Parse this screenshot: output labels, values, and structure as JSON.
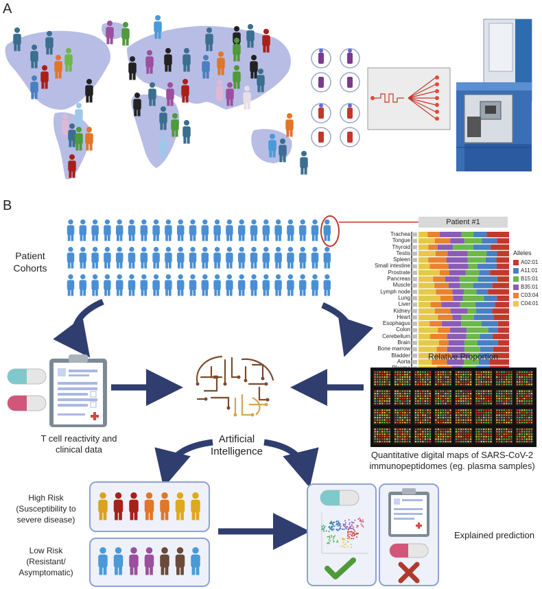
{
  "panel_a": {
    "label": "A"
  },
  "panel_b": {
    "label": "B"
  },
  "cohort": {
    "title_line1": "Patient",
    "title_line2": "Cohorts"
  },
  "patient_chart": {
    "header": "Patient #1",
    "xlabel": "Relative Proportion",
    "legend_title": "Alleles",
    "tissues": [
      "Trachea",
      "Tongue",
      "Thyroid",
      "Testis",
      "Spleen",
      "Small intestine",
      "Prostrate",
      "Pancreas",
      "Muscle",
      "Lymph node",
      "Lung",
      "Liver",
      "Kidney",
      "Heart",
      "Esophagus",
      "Colon",
      "Cerebellum",
      "Brain",
      "Bone marrow",
      "Bladder",
      "Aorta",
      "Plasma"
    ],
    "alleles": [
      {
        "name": "A02:01",
        "color": "#c0392b"
      },
      {
        "name": "A11:01",
        "color": "#4a7fc1"
      },
      {
        "name": "B15:01",
        "color": "#6cb84a"
      },
      {
        "name": "B35:01",
        "color": "#8a5cb5"
      },
      {
        "name": "C03:04",
        "color": "#e8832f"
      },
      {
        "name": "C04:01",
        "color": "#e6c84a"
      }
    ]
  },
  "clinical": {
    "caption_line1": "T cell reactivity and",
    "caption_line2": "clinical data"
  },
  "ai": {
    "line1": "Artificial",
    "line2": "Intelligence"
  },
  "maps": {
    "caption_line1": "Quantitative digital maps of SARS-CoV-2",
    "caption_line2": "immunopeptidomes (eg. plasma samples)"
  },
  "high_risk": {
    "line1": "High Risk",
    "line2": "(Susceptibility to",
    "line3": "severe disease)"
  },
  "low_risk": {
    "line1": "Low Risk",
    "line2": "(Resistant/",
    "line3": "Asymptomatic)"
  },
  "prediction": {
    "label": "Explained prediction"
  },
  "colors": {
    "person_blue": "#4a8fd4",
    "arrow": "#2f3e6e",
    "map": "#b8bde6",
    "box_border": "#8ea0d6"
  }
}
